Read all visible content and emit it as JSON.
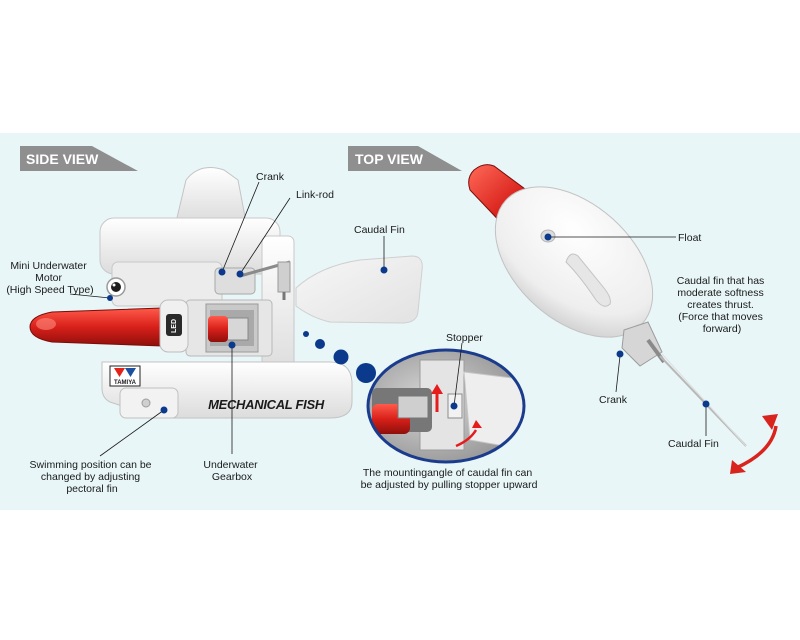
{
  "side_view": {
    "title": "SIDE VIEW",
    "labels": {
      "crank": "Crank",
      "link_rod": "Link-rod",
      "caudal_fin": "Caudal Fin",
      "motor": [
        "Mini Underwater",
        "Motor",
        "(High Speed Type)"
      ],
      "swimming": [
        "Swimming position can be",
        "changed by adjusting",
        "pectoral fin"
      ],
      "gearbox": [
        "Underwater",
        "Gearbox"
      ],
      "stopper": "Stopper",
      "mounting": [
        "The mountingangle of caudal fin can",
        "be adjusted by pulling stopper upward"
      ]
    },
    "logo_text": "MECHANICAL FISH",
    "brand_text": "TAMIYA",
    "badge_text": "LED"
  },
  "top_view": {
    "title": "TOP VIEW",
    "labels": {
      "float": "Float",
      "thrust": [
        "Caudal fin that has",
        "moderate softness",
        "creates thrust.",
        "(Force that moves",
        "forward)"
      ],
      "crank": "Crank",
      "caudal_fin": "Caudal Fin"
    }
  },
  "colors": {
    "panel_bg": "#e8f6f8",
    "tag_bg": "#8f8f8f",
    "accent_red": "#d9231d",
    "dot_blue": "#0b3a8c",
    "body_white": "#f4f4f4"
  }
}
